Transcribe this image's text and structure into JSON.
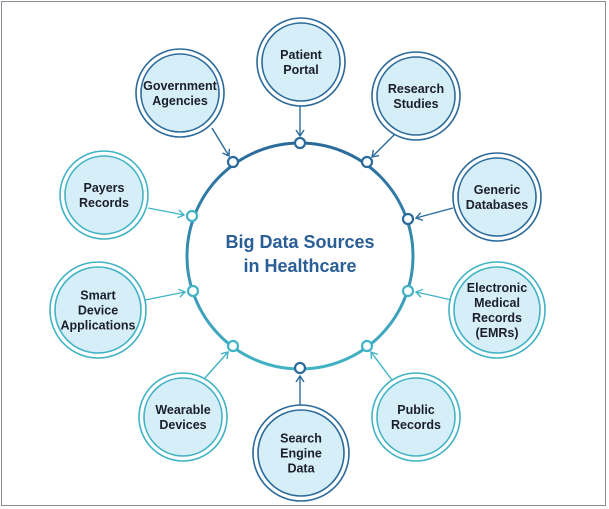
{
  "center": {
    "title_line1": "Big Data Sources",
    "title_line2": "in Healthcare"
  },
  "colors": {
    "dark_blue": "#2b6a9b",
    "teal": "#41b3c4",
    "fill": "#d6eef7",
    "title": "#2a5f95",
    "text": "#1b1f2a"
  },
  "sources": [
    {
      "lines": [
        "Patient",
        "Portal"
      ]
    },
    {
      "lines": [
        "Research",
        "Studies"
      ]
    },
    {
      "lines": [
        "Generic",
        "Databases"
      ]
    },
    {
      "lines": [
        "Electronic",
        "Medical",
        "Records",
        "(EMRs)"
      ]
    },
    {
      "lines": [
        "Public",
        "Records"
      ]
    },
    {
      "lines": [
        "Search",
        "Engine",
        "Data"
      ]
    },
    {
      "lines": [
        "Wearable",
        "Devices"
      ]
    },
    {
      "lines": [
        "Smart",
        "Device",
        "Applications"
      ]
    },
    {
      "lines": [
        "Payers",
        "Records"
      ]
    },
    {
      "lines": [
        "Government",
        "Agencies"
      ]
    }
  ]
}
